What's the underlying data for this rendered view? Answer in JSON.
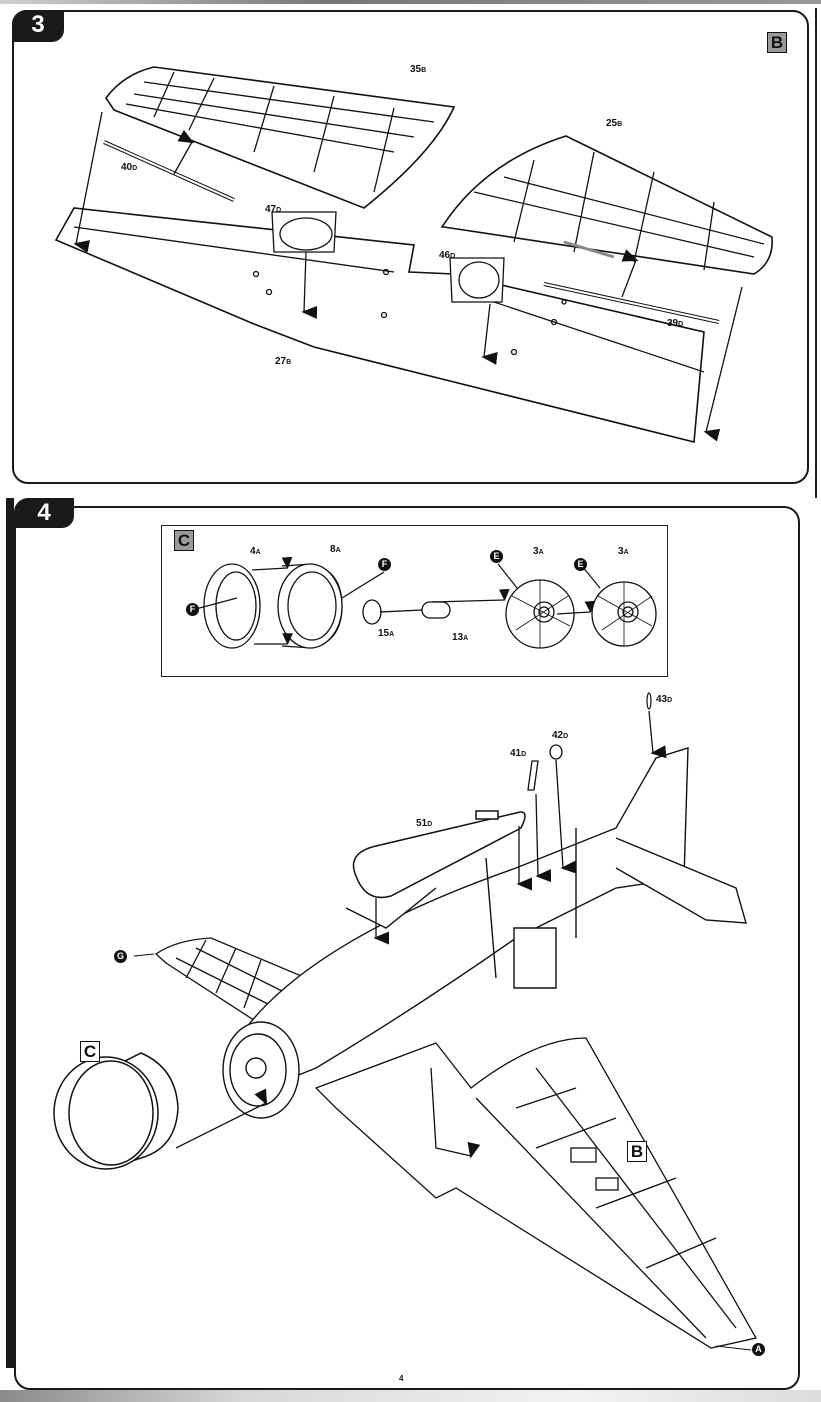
{
  "page": {
    "number": "4"
  },
  "step3": {
    "step_number": "3",
    "subassembly_tag": "B",
    "parts": [
      {
        "num": "35",
        "sprue": "B"
      },
      {
        "num": "25",
        "sprue": "B"
      },
      {
        "num": "40",
        "sprue": "D"
      },
      {
        "num": "47",
        "sprue": "D"
      },
      {
        "num": "46",
        "sprue": "D"
      },
      {
        "num": "39",
        "sprue": "D"
      },
      {
        "num": "27",
        "sprue": "B"
      }
    ]
  },
  "step4": {
    "step_number": "4",
    "inset": {
      "subassembly_tag": "C",
      "parts": [
        {
          "num": "4",
          "sprue": "A"
        },
        {
          "num": "8",
          "sprue": "A"
        },
        {
          "num": "15",
          "sprue": "A"
        },
        {
          "num": "13",
          "sprue": "A"
        },
        {
          "num": "3",
          "sprue": "A"
        },
        {
          "num": "3",
          "sprue": "A"
        }
      ],
      "callouts": [
        "F",
        "F",
        "E",
        "E"
      ]
    },
    "parts": [
      {
        "num": "43",
        "sprue": "D"
      },
      {
        "num": "42",
        "sprue": "D"
      },
      {
        "num": "41",
        "sprue": "D"
      },
      {
        "num": "51",
        "sprue": "D"
      }
    ],
    "callouts": [
      "G",
      "A"
    ],
    "subassembly_refs": [
      "C",
      "B"
    ]
  },
  "colors": {
    "ink": "#1a1a1a",
    "tag_gray": "#9a9a9a",
    "paper": "#ffffff"
  }
}
